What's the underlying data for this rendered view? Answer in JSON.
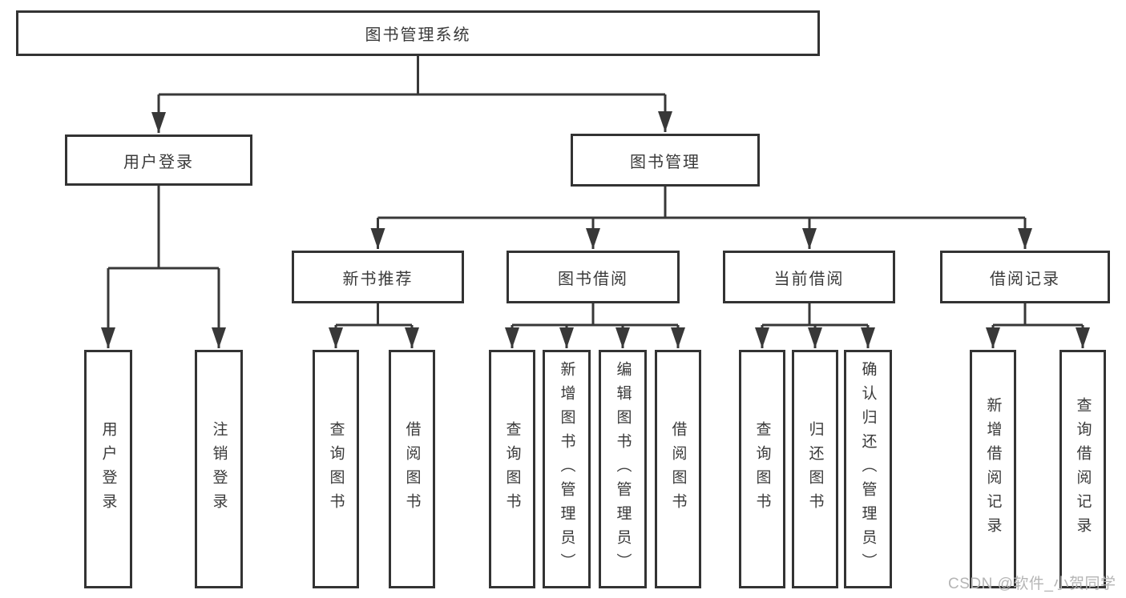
{
  "watermark": "CSDN @软件_小贺同学",
  "colors": {
    "line": "#383838",
    "box_border": "#333333",
    "box_fill": "#ffffff",
    "text": "#3a3a3a",
    "watermark": "#b5b5b5",
    "background": "#ffffff"
  },
  "tree": {
    "label": "图书管理系统",
    "children": [
      {
        "label": "用户登录",
        "children": [
          {
            "label": "用户登录"
          },
          {
            "label": "注销登录"
          }
        ]
      },
      {
        "label": "图书管理",
        "children": [
          {
            "label": "新书推荐",
            "children": [
              {
                "label": "查询图书"
              },
              {
                "label": "借阅图书"
              }
            ]
          },
          {
            "label": "图书借阅",
            "children": [
              {
                "label": "查询图书"
              },
              {
                "label": "新增图书（管理员）"
              },
              {
                "label": "编辑图书（管理员）"
              },
              {
                "label": "借阅图书"
              }
            ]
          },
          {
            "label": "当前借阅",
            "children": [
              {
                "label": "查询图书"
              },
              {
                "label": "归还图书"
              },
              {
                "label": "确认归还（管理员）"
              }
            ]
          },
          {
            "label": "借阅记录",
            "children": [
              {
                "label": "新增借阅记录"
              },
              {
                "label": "查询借阅记录"
              }
            ]
          }
        ]
      }
    ]
  }
}
